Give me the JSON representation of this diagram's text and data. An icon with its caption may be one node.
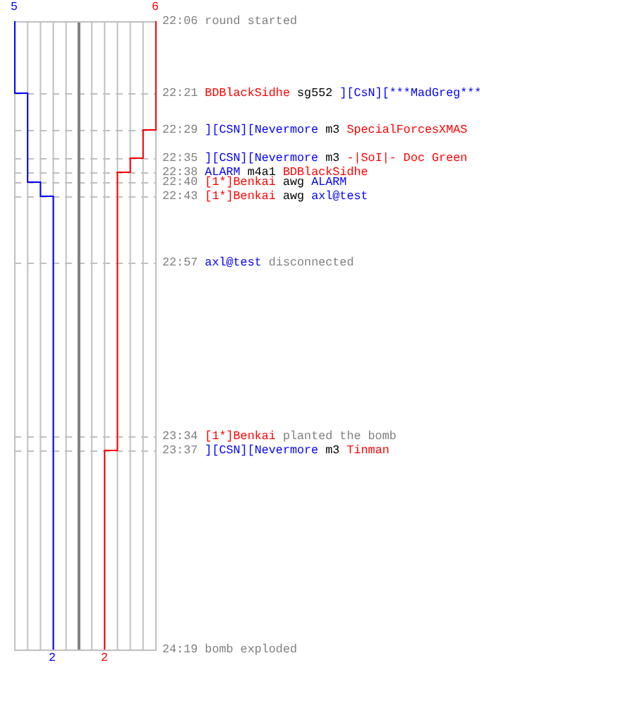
{
  "diagram": {
    "labels": [
      "5",
      "6",
      "22:06",
      "round started",
      "22:21",
      "BDBlackSidhe",
      "sg552",
      "][CsN][***MadGreg***",
      "22:29",
      "][CSN][Nevermore",
      "m3",
      "SpecialForcesXMAS",
      "22:35",
      "][CSN][Nevermore",
      "m3",
      "-|SoI|- Doc Green",
      "22:38",
      "ALARM",
      "m4a1",
      "BDBlackSidhe",
      "22:40",
      "[1*]Benkai",
      "awg",
      "ALARM",
      "22:43",
      "[1*]Benkai",
      "awg",
      "axl@test",
      "22:57",
      "axl@test",
      "disconnected",
      "23:34",
      "[1*]Benkai",
      "planted the bomb",
      "23:37",
      "][CSN][Nevermore",
      "m3",
      "Tinman",
      "2",
      "2",
      "24:19",
      "bomb exploded"
    ]
  }
}
